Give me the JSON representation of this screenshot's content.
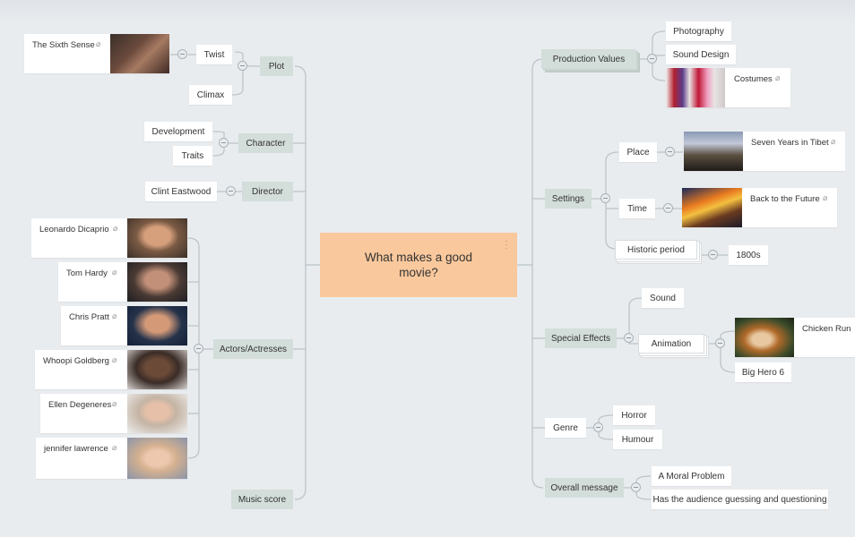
{
  "central": {
    "title": "What makes a good movie?"
  },
  "left": {
    "plot": {
      "label": "Plot",
      "twist": "Twist",
      "climax": "Climax",
      "sixth_sense": "The Sixth Sense"
    },
    "character": {
      "label": "Character",
      "development": "Development",
      "traits": "Traits"
    },
    "director": {
      "label": "Director",
      "clint": "Clint Eastwood"
    },
    "actors": {
      "label": "Actors/Actresses",
      "people": [
        "Leonardo Dicaprio",
        "Tom Hardy",
        "Chris Pratt",
        "Whoopi Goldberg",
        "Ellen Degeneres",
        "jennifer lawrence"
      ]
    },
    "music": {
      "label": "Music score"
    }
  },
  "right": {
    "production": {
      "label": "Production Values",
      "photography": "Photography",
      "sound_design": "Sound Design",
      "costumes": "Costumes"
    },
    "settings": {
      "label": "Settings",
      "place": "Place",
      "time": "Time",
      "historic": "Historic period",
      "seven_years": "Seven Years in Tibet",
      "back_future": "Back to the Future",
      "year_1800s": "1800s"
    },
    "special_effects": {
      "label": "Special Effects",
      "sound": "Sound",
      "animation": "Animation",
      "chicken_run": "Chicken Run",
      "big_hero": "Big Hero 6"
    },
    "genre": {
      "label": "Genre",
      "horror": "Horror",
      "humour": "Humour"
    },
    "overall": {
      "label": "Overall message",
      "moral": "A Moral Problem",
      "guessing": "Has the audience guessing and questioning"
    }
  },
  "icons": {
    "attachment": "paperclip-icon",
    "collapse": "collapse-toggle-icon",
    "menu": "vertical-dots-icon"
  },
  "colors": {
    "central": "#f9c89c",
    "main_topic": "#d3ddda",
    "background": "#e9ecef",
    "line": "#b8c0c5"
  }
}
